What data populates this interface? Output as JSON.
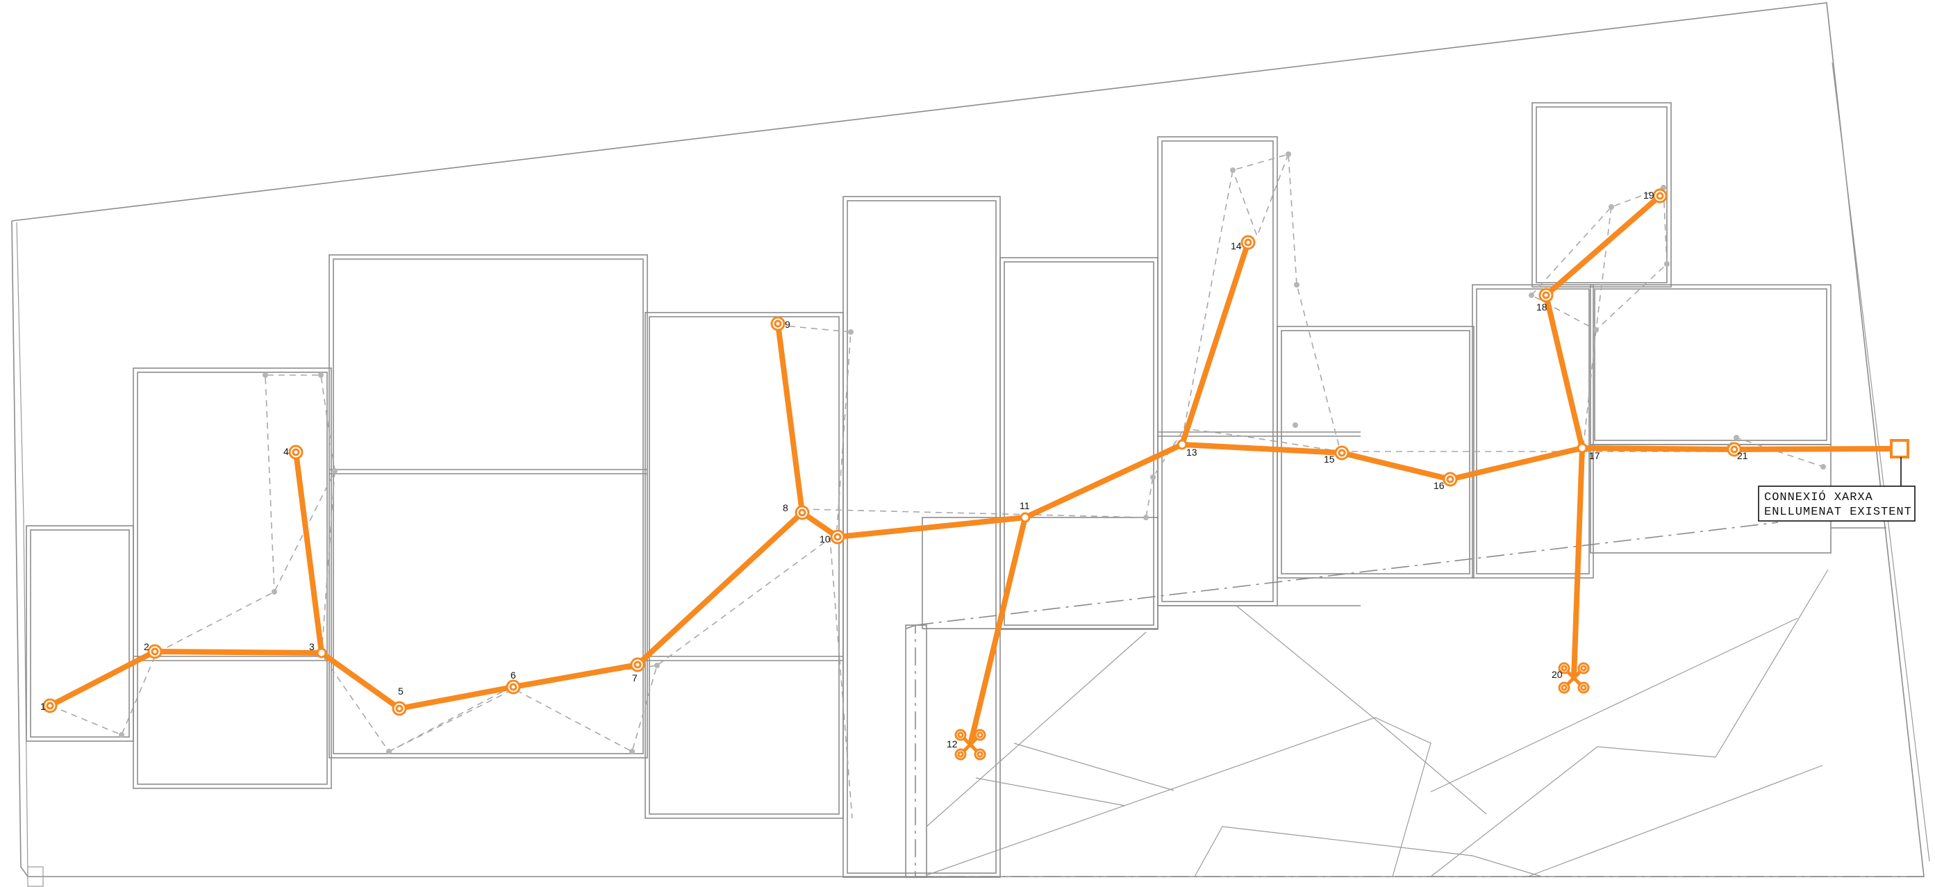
{
  "colors": {
    "route": "#f7891f",
    "building_lines": "#8c8c8c",
    "secondary_dashed": "#a8a8a8",
    "label_text": "#111111"
  },
  "legend": {
    "line1": "CONNEXIÓ  XARXA",
    "line2": "ENLLUMENAT  EXISTENT"
  },
  "nodes": [
    {
      "id": "1",
      "label": "1",
      "symbol": "luminaire"
    },
    {
      "id": "2",
      "label": "2",
      "symbol": "luminaire"
    },
    {
      "id": "3",
      "label": "3",
      "symbol": "junction"
    },
    {
      "id": "4",
      "label": "4",
      "symbol": "luminaire"
    },
    {
      "id": "5",
      "label": "5",
      "symbol": "luminaire"
    },
    {
      "id": "6",
      "label": "6",
      "symbol": "luminaire"
    },
    {
      "id": "7",
      "label": "7",
      "symbol": "luminaire"
    },
    {
      "id": "8",
      "label": "8",
      "symbol": "luminaire"
    },
    {
      "id": "9",
      "label": "9",
      "symbol": "luminaire"
    },
    {
      "id": "10",
      "label": "10",
      "symbol": "luminaire"
    },
    {
      "id": "11",
      "label": "11",
      "symbol": "junction"
    },
    {
      "id": "12",
      "label": "12",
      "symbol": "quad-luminaire"
    },
    {
      "id": "13",
      "label": "13",
      "symbol": "junction"
    },
    {
      "id": "14",
      "label": "14",
      "symbol": "luminaire"
    },
    {
      "id": "15",
      "label": "15",
      "symbol": "luminaire"
    },
    {
      "id": "16",
      "label": "16",
      "symbol": "luminaire"
    },
    {
      "id": "17",
      "label": "17",
      "symbol": "junction"
    },
    {
      "id": "18",
      "label": "18",
      "symbol": "luminaire"
    },
    {
      "id": "19",
      "label": "19",
      "symbol": "luminaire"
    },
    {
      "id": "20",
      "label": "20",
      "symbol": "quad-luminaire"
    },
    {
      "id": "21",
      "label": "21",
      "symbol": "luminaire"
    }
  ],
  "connections": [
    [
      "1",
      "2"
    ],
    [
      "2",
      "3"
    ],
    [
      "3",
      "4"
    ],
    [
      "3",
      "5"
    ],
    [
      "5",
      "6"
    ],
    [
      "6",
      "7"
    ],
    [
      "7",
      "8"
    ],
    [
      "8",
      "9"
    ],
    [
      "8",
      "10"
    ],
    [
      "10",
      "11"
    ],
    [
      "11",
      "12"
    ],
    [
      "11",
      "13"
    ],
    [
      "13",
      "14"
    ],
    [
      "13",
      "15"
    ],
    [
      "15",
      "16"
    ],
    [
      "16",
      "17"
    ],
    [
      "17",
      "18"
    ],
    [
      "18",
      "19"
    ],
    [
      "17",
      "20"
    ],
    [
      "17",
      "21"
    ],
    [
      "21",
      "grid-connection"
    ]
  ]
}
